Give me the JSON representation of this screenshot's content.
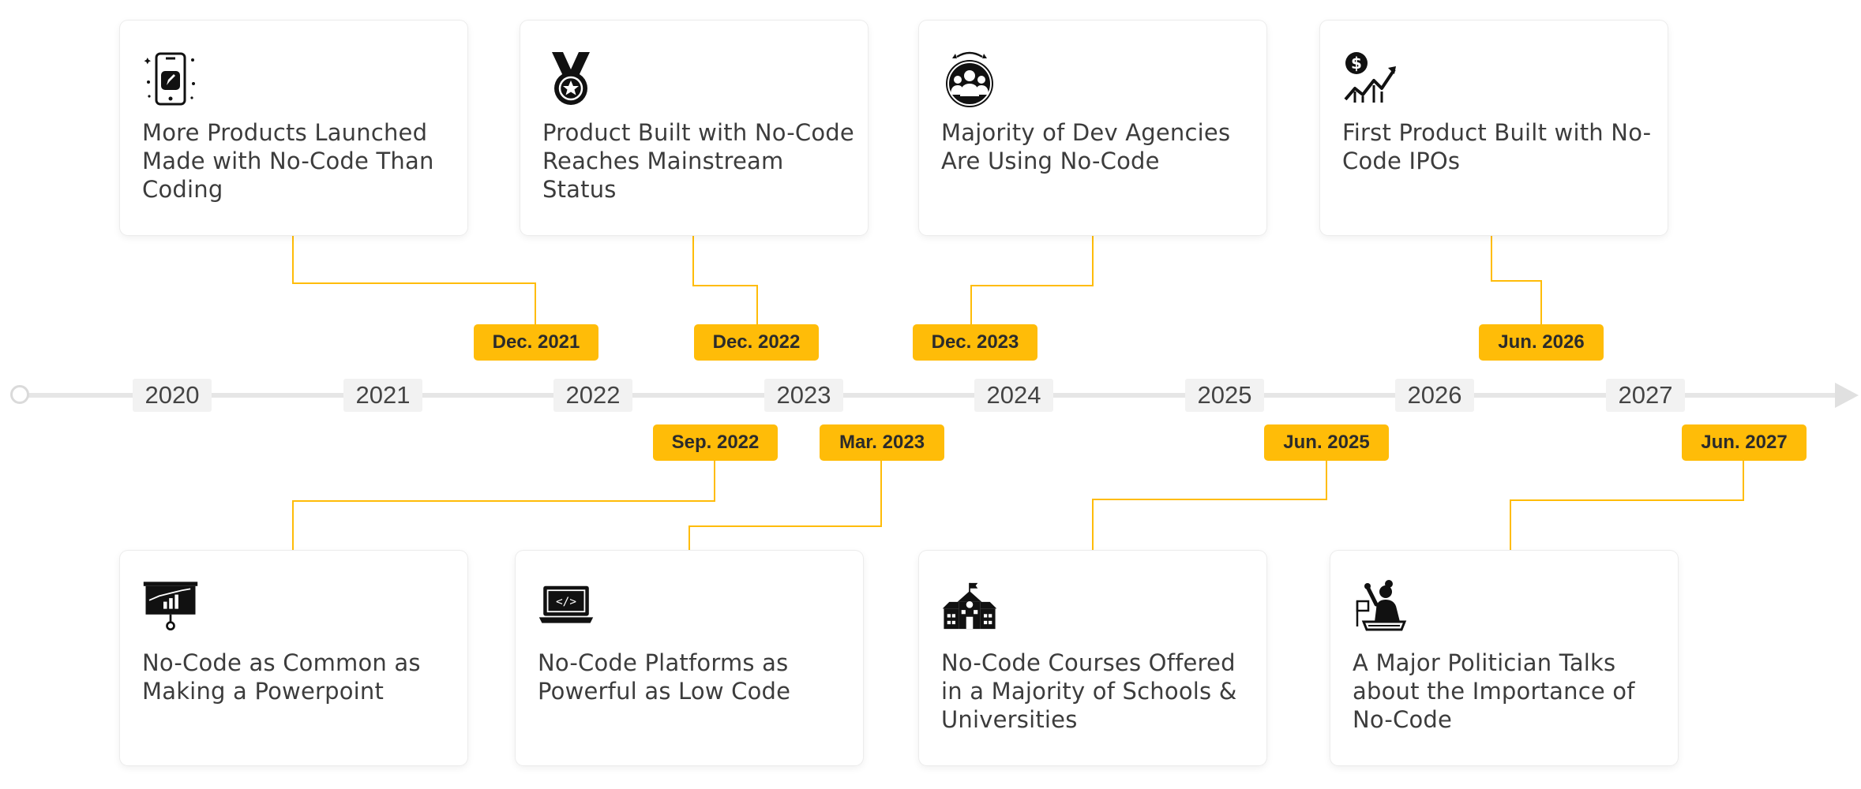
{
  "timeline": {
    "years": [
      "2020",
      "2021",
      "2022",
      "2023",
      "2024",
      "2025",
      "2026",
      "2027"
    ],
    "top_events": [
      {
        "date": "Dec. 2021",
        "title": "More Products Launched Made with No-Code Than Coding",
        "icon": "smartphone-rocket-icon"
      },
      {
        "date": "Dec. 2022",
        "title": "Product Built with No-Code Reaches Mainstream Status",
        "icon": "medal-icon"
      },
      {
        "date": "Dec. 2023",
        "title": "Majority of Dev Agencies Are Using No-Code",
        "icon": "team-group-icon"
      },
      {
        "date": "Jun. 2026",
        "title": "First Product Built with No-Code IPOs",
        "icon": "dollar-growth-icon"
      }
    ],
    "bottom_events": [
      {
        "date": "Sep. 2022",
        "title": "No-Code as Common as Making a Powerpoint",
        "icon": "presentation-chart-icon"
      },
      {
        "date": "Mar. 2023",
        "title": "No-Code Platforms as Powerful as Low Code",
        "icon": "laptop-code-icon"
      },
      {
        "date": "Jun. 2025",
        "title": "No-Code Courses Offered in a Majority of Schools & Universities",
        "icon": "school-building-icon"
      },
      {
        "date": "Jun. 2027",
        "title": "A Major Politician Talks about the Importance of No-Code",
        "icon": "politician-podium-icon"
      }
    ]
  },
  "colors": {
    "accent": "#FFBC08",
    "axis": "#e6e6e6",
    "text": "#3c3c3c"
  }
}
